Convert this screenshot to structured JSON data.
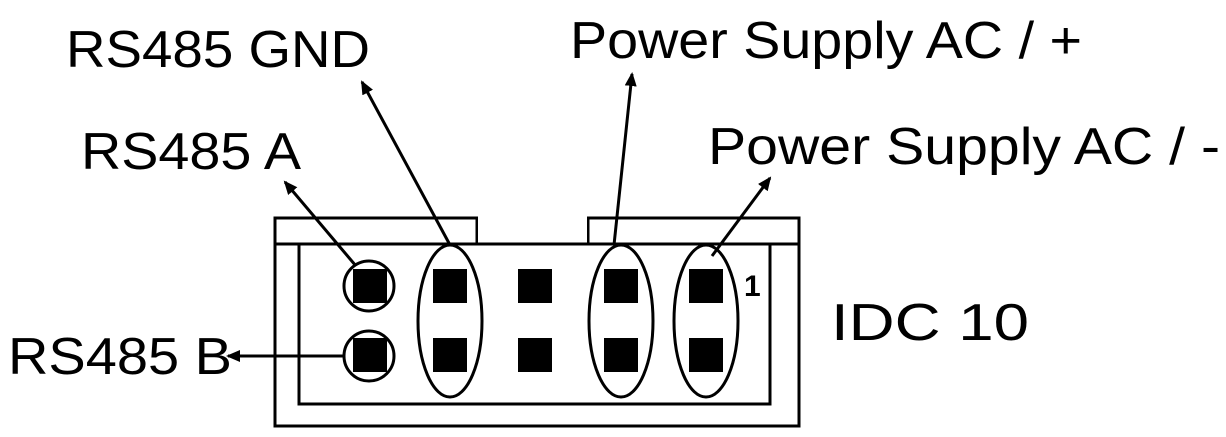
{
  "labels": {
    "rs485_gnd": "RS485 GND",
    "rs485_a": "RS485 A",
    "rs485_b": "RS485 B",
    "power_plus": "Power Supply AC / +",
    "power_minus": "Power Supply  AC / -",
    "connector": "IDC 10",
    "pin_one": "1"
  },
  "colors": {
    "ink": "#000000",
    "background": "#ffffff"
  }
}
